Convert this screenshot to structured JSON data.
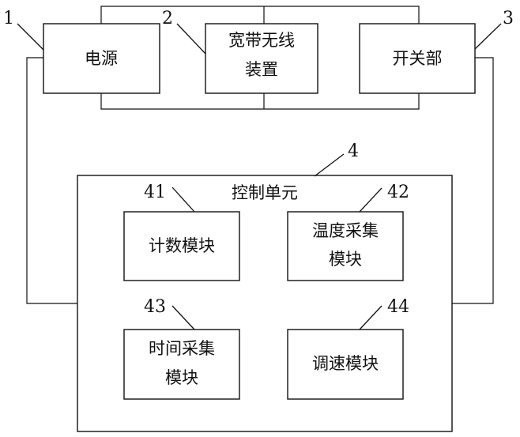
{
  "top": {
    "power": {
      "ref": "1",
      "label": "电源"
    },
    "wireless": {
      "ref": "2",
      "line1": "宽带无线",
      "line2": "装置"
    },
    "switch": {
      "ref": "3",
      "label": "开关部"
    }
  },
  "control": {
    "ref": "4",
    "title": "控制单元",
    "counting": {
      "ref": "41",
      "label": "计数模块"
    },
    "temperature": {
      "ref": "42",
      "line1": "温度采集",
      "line2": "模块"
    },
    "time": {
      "ref": "43",
      "line1": "时间采集",
      "line2": "模块"
    },
    "speed": {
      "ref": "44",
      "label": "调速模块"
    }
  }
}
